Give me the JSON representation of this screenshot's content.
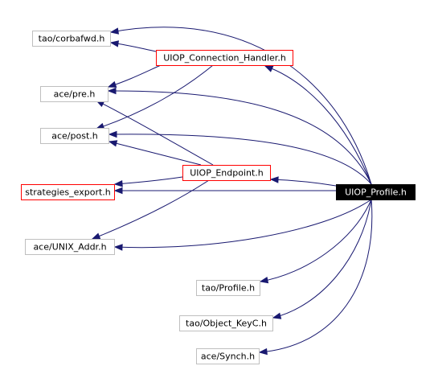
{
  "colors": {
    "edge": "#191970",
    "node_border_default": "#bfbfbf",
    "node_border_linked": "#ff0000",
    "node_fill_default": "#ffffff",
    "node_fill_root": "#000000",
    "text_default": "#000000",
    "text_root": "#ffffff"
  },
  "nodes": [
    {
      "id": "corbafwd",
      "label": "tao/corbafwd.h",
      "style": "default"
    },
    {
      "id": "conn_handler",
      "label": "UIOP_Connection_Handler.h",
      "style": "linked"
    },
    {
      "id": "pre",
      "label": "ace/pre.h",
      "style": "default"
    },
    {
      "id": "post",
      "label": "ace/post.h",
      "style": "default"
    },
    {
      "id": "endpoint",
      "label": "UIOP_Endpoint.h",
      "style": "linked"
    },
    {
      "id": "strategies",
      "label": "strategies_export.h",
      "style": "linked"
    },
    {
      "id": "profile",
      "label": "UIOP_Profile.h",
      "style": "root"
    },
    {
      "id": "unix_addr",
      "label": "ace/UNIX_Addr.h",
      "style": "default"
    },
    {
      "id": "tao_profile",
      "label": "tao/Profile.h",
      "style": "default"
    },
    {
      "id": "object_key",
      "label": "tao/Object_KeyC.h",
      "style": "default"
    },
    {
      "id": "synch",
      "label": "ace/Synch.h",
      "style": "default"
    }
  ],
  "edges": [
    {
      "from": "profile",
      "to": "corbafwd"
    },
    {
      "from": "profile",
      "to": "conn_handler"
    },
    {
      "from": "profile",
      "to": "pre"
    },
    {
      "from": "profile",
      "to": "post"
    },
    {
      "from": "profile",
      "to": "endpoint"
    },
    {
      "from": "profile",
      "to": "strategies"
    },
    {
      "from": "profile",
      "to": "unix_addr"
    },
    {
      "from": "profile",
      "to": "tao_profile"
    },
    {
      "from": "profile",
      "to": "object_key"
    },
    {
      "from": "profile",
      "to": "synch"
    },
    {
      "from": "conn_handler",
      "to": "corbafwd"
    },
    {
      "from": "conn_handler",
      "to": "pre"
    },
    {
      "from": "conn_handler",
      "to": "post"
    },
    {
      "from": "endpoint",
      "to": "pre"
    },
    {
      "from": "endpoint",
      "to": "post"
    },
    {
      "from": "endpoint",
      "to": "strategies"
    },
    {
      "from": "endpoint",
      "to": "unix_addr"
    }
  ]
}
